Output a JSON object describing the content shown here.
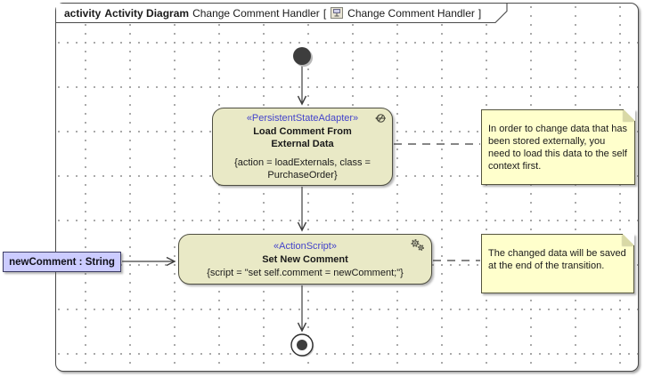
{
  "header": {
    "keyword": "activity",
    "diagram_type": "Activity Diagram",
    "context_name": "Change Comment Handler",
    "bracket_open": "[",
    "diagram_name": "Change Comment Handler",
    "bracket_close": "]"
  },
  "nodes": {
    "load_comment": {
      "stereotype": "«PersistentStateAdapter»",
      "name": "Load Comment From External Data",
      "properties": "{action = loadExternals, class = PurchaseOrder}"
    },
    "set_new_comment": {
      "stereotype": "«ActionScript»",
      "name": "Set New Comment",
      "properties": "{script = \"set self.comment = newComment;\"}"
    }
  },
  "parameter": {
    "label": "newComment : String"
  },
  "notes": {
    "load_note": "In order to change data that has been stored externally, you need to load this data to the self context first.",
    "save_note": "The changed data will be saved at the end of the transition."
  },
  "colors": {
    "action_fill": "#e9e9c6",
    "action_border": "#4e4e41",
    "note_fill": "#ffffcc",
    "note_border": "#55553e",
    "parameter_fill": "#ccccff",
    "stereotype_text": "#4343cb",
    "edge": "#3f3f3f",
    "grid_dot": "#9a9a9a",
    "initial_final_fill": "#3d3d3d"
  }
}
